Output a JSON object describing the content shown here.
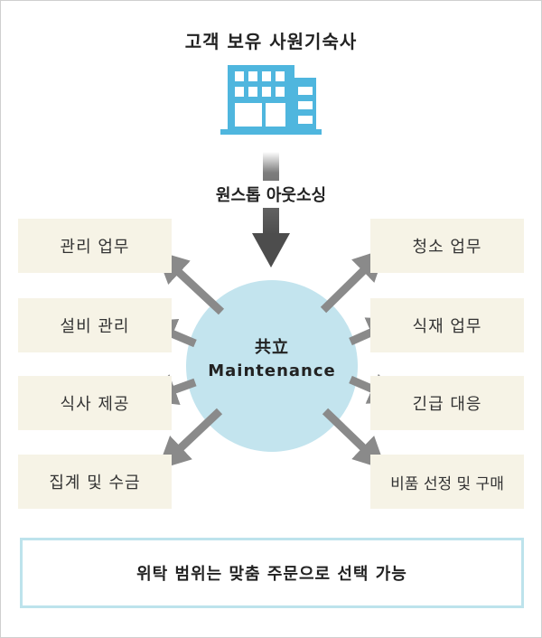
{
  "title": "고객 보유 사원기숙사",
  "outsourcing_label": "원스톱 아웃소싱",
  "center": {
    "line1": "共立",
    "line2": "Maintenance"
  },
  "left_tasks": [
    "관리 업무",
    "설비 관리",
    "식사 제공",
    "집계 및 수금"
  ],
  "right_tasks": [
    "청소 업무",
    "식재 업무",
    "긴급 대응",
    "비품 선정 및 구매"
  ],
  "footer_note": "위탁 범위는 맞춤 주문으로 선택 가능",
  "colors": {
    "building": "#4fb6de",
    "circle": "#c3e4ee",
    "box_fill": "#f6f3e6",
    "arrow_gray": "#8a8a8a",
    "arrow_dark": "#5a5a5a",
    "footer_border": "#bde3ec"
  }
}
